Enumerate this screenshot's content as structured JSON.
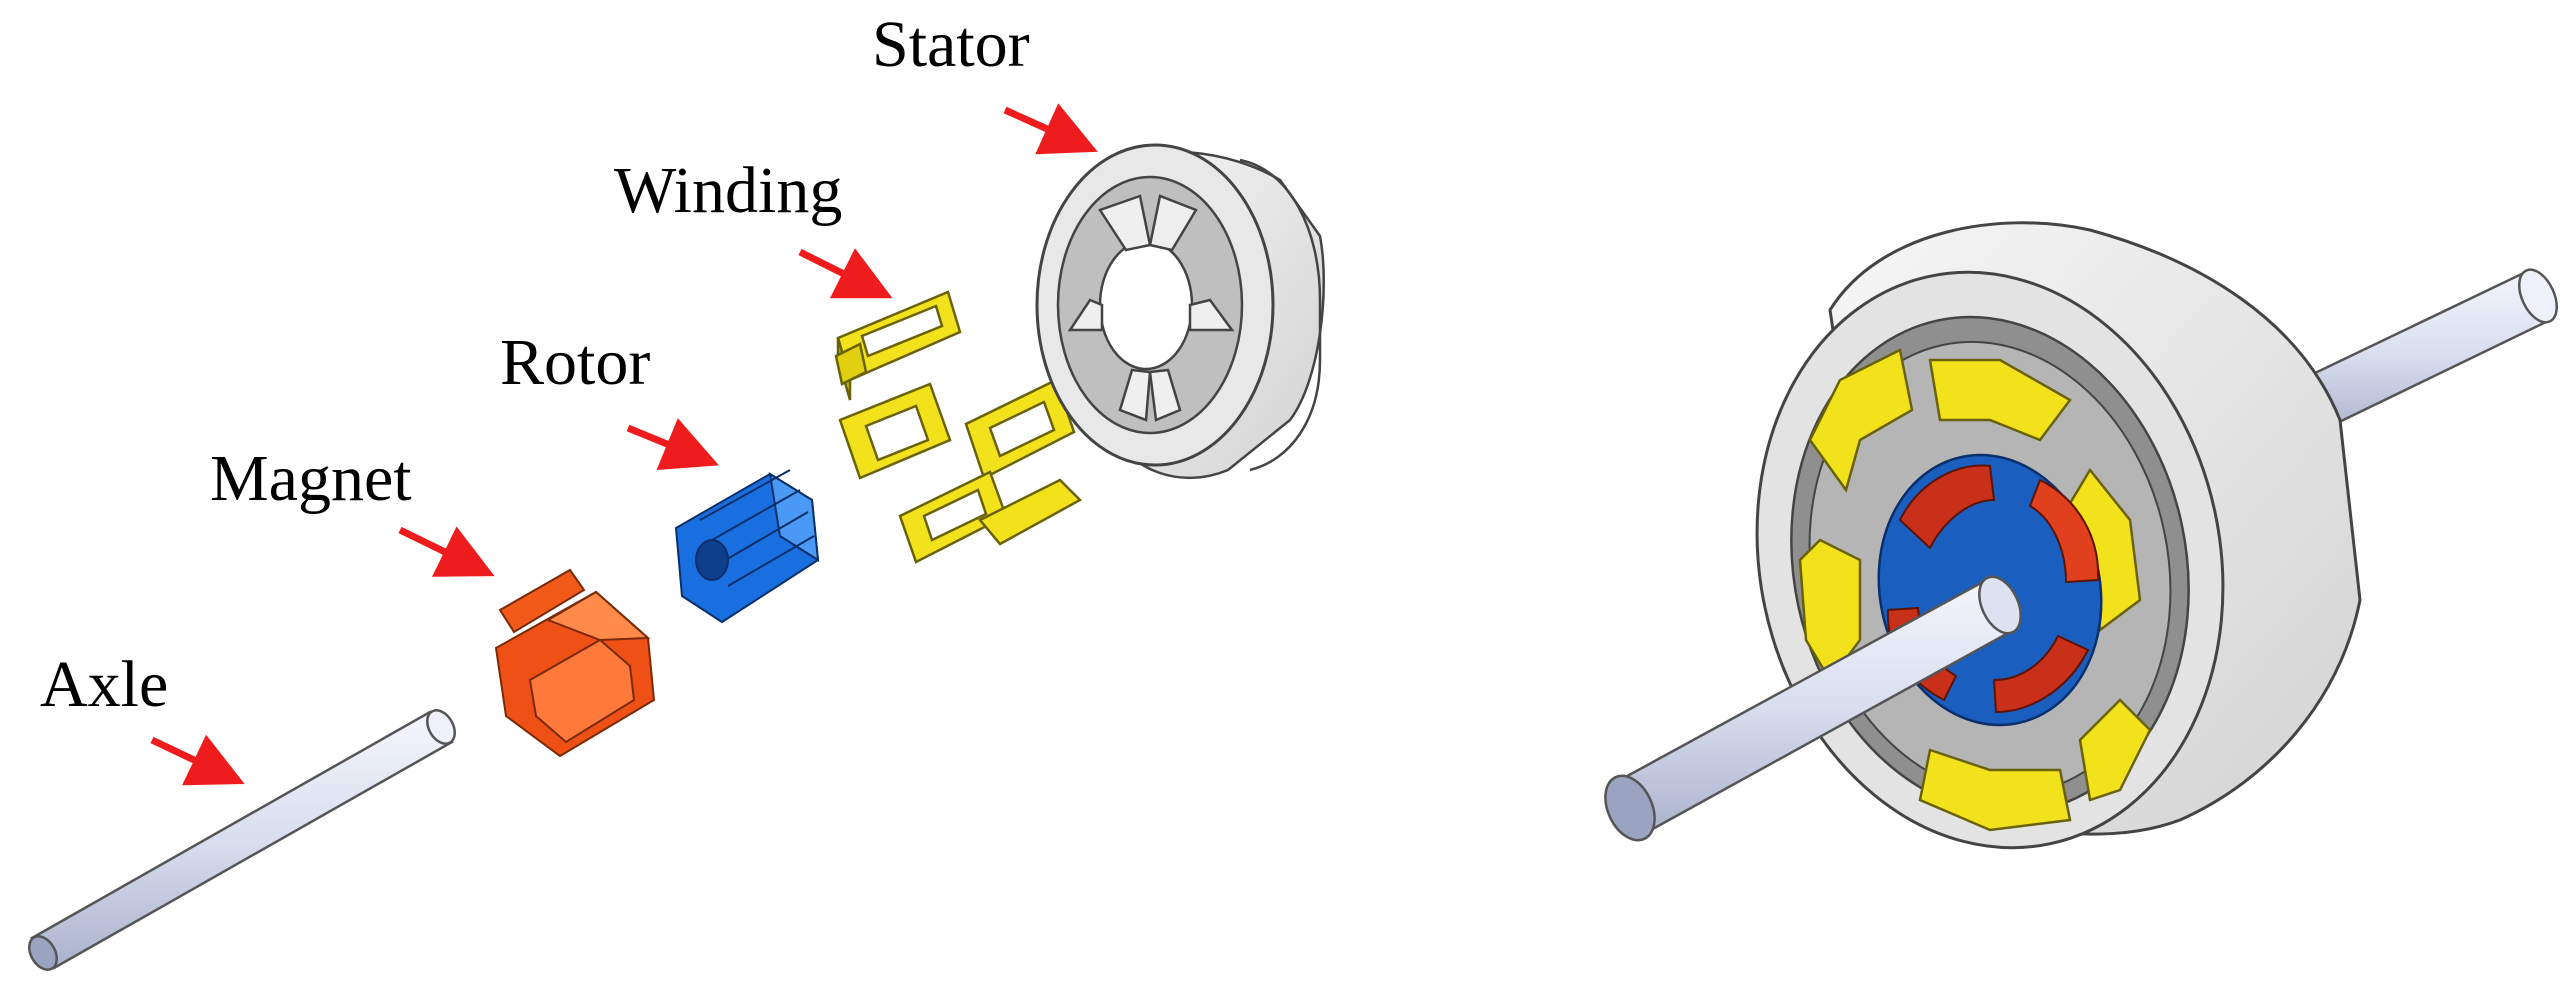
{
  "labels": {
    "stator": "Stator",
    "winding": "Winding",
    "rotor": "Rotor",
    "magnet": "Magnet",
    "axle": "Axle"
  },
  "colors": {
    "arrow": "#ee1c1c",
    "axle": "#dfe3f2",
    "magnet": "#f25a1a",
    "rotor": "#1a6fe0",
    "winding": "#f2e21c",
    "stator": "#e6e6e6",
    "outline": "#333333"
  }
}
